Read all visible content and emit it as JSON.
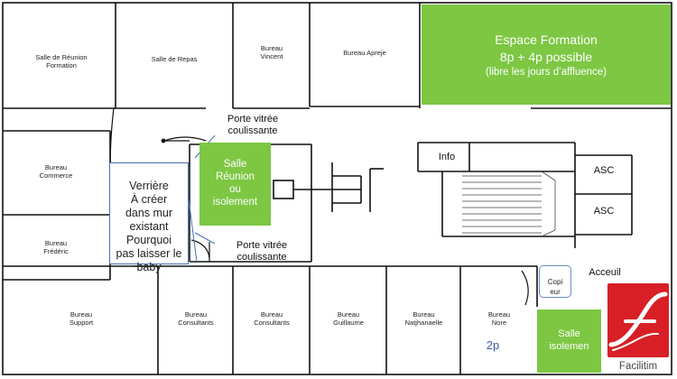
{
  "rooms": {
    "salle_reunion_formation": "Salle de Réunion\nFormation",
    "salle_repas": "Salle de Repas",
    "bureau_vincent": "Bureau\nVincent",
    "bureau_apreje": "Bureau Apreje",
    "bureau_commerce": "Bureau\nCommerce",
    "bureau_frederic": "Bureau\nFrédéric",
    "bureau_support": "Bureau\nSupport",
    "bureau_consultants_1": "Bureau\nConsultants",
    "bureau_consultants_2": "Bureau\nConsultants",
    "bureau_guillaume": "Bureau\nGuillaume",
    "bureau_natjhanaelle": "Bureau\nNatjhanaelle",
    "bureau_nore": "Bureau\nNore",
    "info": "Info",
    "asc_1": "ASC",
    "asc_2": "ASC",
    "accueil": "Acceuil",
    "copieur": "Copi\neur"
  },
  "highlights": {
    "espace_formation": {
      "title": "Espace Formation",
      "capacity": "8p + 4p possible",
      "note": "(libre les jours d’affluence)"
    },
    "salle_reunion_isolement": "Salle\nRéunion\nou\nisolement",
    "salle_isolement": "Salle\nisolemen",
    "capacity_2p": "2p"
  },
  "annotations": {
    "porte_vitree_top": "Porte vitrée\ncoulissante",
    "porte_vitree_bottom": "Porte vitrée\ncoulissante",
    "verriere": "Verrière\nÀ créer\ndans mur\nexistant\nPourquoi\npas laisser le\nbaby"
  },
  "logo": {
    "text": "Facilitim"
  },
  "colors": {
    "room_green": "#7dc743",
    "note_border": "#4a6fb5",
    "logo_red": "#d81f26",
    "wall": "#111111"
  }
}
